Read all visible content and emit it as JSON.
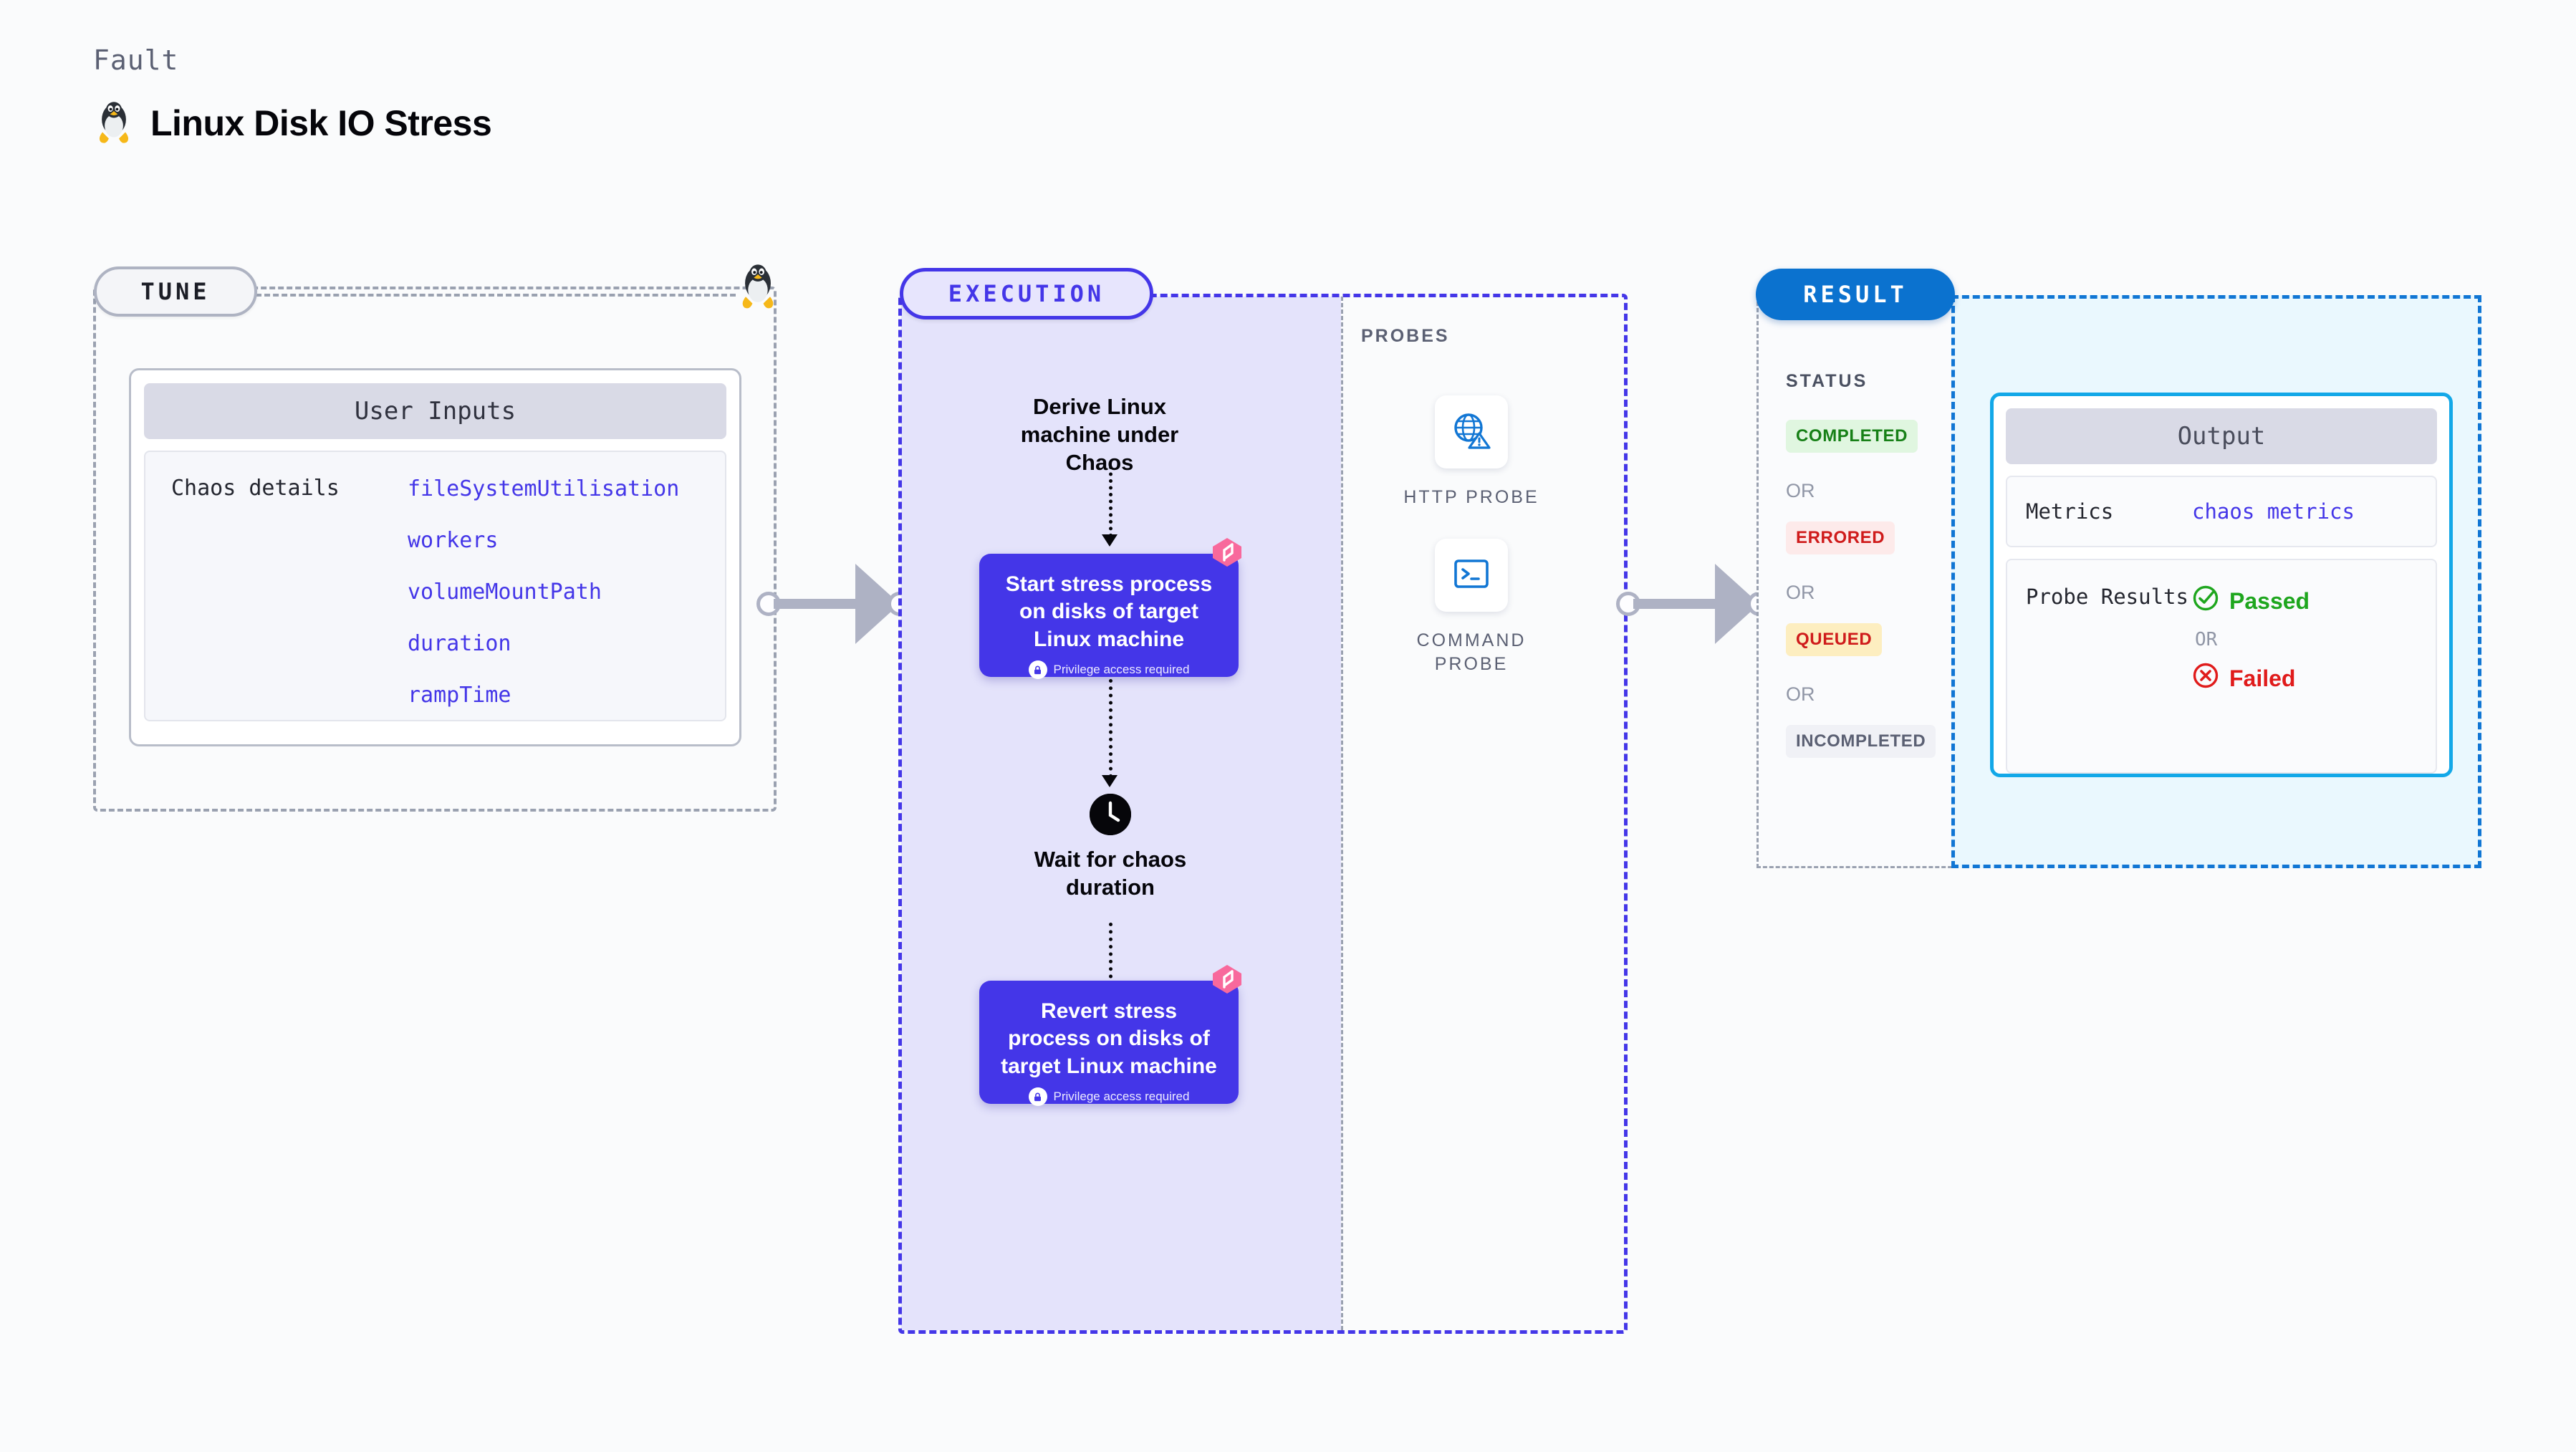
{
  "header": {
    "kicker": "Fault",
    "title": "Linux Disk IO Stress",
    "icon": "linux-penguin-icon"
  },
  "tune": {
    "pill_label": "TUNE",
    "icon": "linux-penguin-icon",
    "card": {
      "header": "User Inputs",
      "key": "Chaos details",
      "values": [
        "fileSystemUtilisation",
        "workers",
        "volumeMountPath",
        "duration",
        "rampTime"
      ]
    }
  },
  "execution": {
    "pill_label": "EXECUTION",
    "steps": {
      "derive": "Derive Linux machine under Chaos",
      "start": {
        "title": "Start stress process on disks of target Linux machine",
        "privilege": "Privilege access required",
        "badge": "harness-chaos-badge-icon",
        "lock": "lock-icon"
      },
      "wait": {
        "icon": "clock-icon",
        "label": "Wait for chaos duration"
      },
      "revert": {
        "title": "Revert stress process on disks of target Linux machine",
        "privilege": "Privilege access required",
        "badge": "harness-chaos-badge-icon",
        "lock": "lock-icon"
      }
    }
  },
  "probes": {
    "label": "PROBES",
    "items": [
      {
        "icon": "globe-warning-icon",
        "caption": "HTTP PROBE"
      },
      {
        "icon": "terminal-prompt-icon",
        "caption": "COMMAND PROBE"
      }
    ]
  },
  "result": {
    "pill_label": "RESULT",
    "status_label": "STATUS",
    "or_label": "OR",
    "statuses": [
      {
        "label": "COMPLETED",
        "color": "#178017",
        "bg": "#e0f6e0"
      },
      {
        "label": "ERRORED",
        "color": "#cf1b1b",
        "bg": "#fdeaea"
      },
      {
        "label": "QUEUED",
        "color": "#cf1b1b",
        "bg": "#fdeec0"
      },
      {
        "label": "INCOMPLETED",
        "color": "#5b6073",
        "bg": "#f0f1f6"
      }
    ],
    "output": {
      "header": "Output",
      "metrics_key": "Metrics",
      "metrics_value": "chaos metrics",
      "probe_key": "Probe Results",
      "passed": "Passed",
      "or_label": "OR",
      "failed": "Failed",
      "passed_icon": "check-circle-icon",
      "failed_icon": "x-circle-icon"
    }
  },
  "colors": {
    "accent_purple": "#4436e8",
    "accent_blue": "#0b72cf",
    "accent_cyan": "#13a8e8",
    "badge_pink": "#f8699c",
    "pass_green": "#1ea61e",
    "fail_red": "#e01b1b",
    "background": "#fafbfc"
  }
}
